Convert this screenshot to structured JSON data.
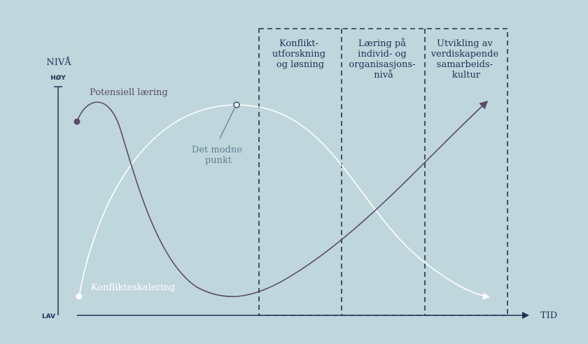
{
  "axes": {
    "y_title": "NIVÅ",
    "y_high": "HØY",
    "y_low": "LAV",
    "x_title": "TID"
  },
  "curves": {
    "learning_label": "Potensiell læring",
    "escalation_label": "Konflikteskalering"
  },
  "annotation": {
    "line1": "Det modne",
    "line2": "punkt"
  },
  "phases": [
    {
      "lines": [
        "Konflikt-",
        "utforskning",
        "og løsning"
      ]
    },
    {
      "lines": [
        "Læring på",
        "individ- og",
        "organisasjons-",
        "nivå"
      ]
    },
    {
      "lines": [
        "Utvikling av",
        "verdiskapende",
        "samarbeids-",
        "kultur"
      ]
    }
  ],
  "colors": {
    "background": "#bfd6dc",
    "navy": "#1e2f55",
    "purple": "#5a4a6a",
    "white": "#ffffff",
    "annotation": "#5f7f92"
  }
}
